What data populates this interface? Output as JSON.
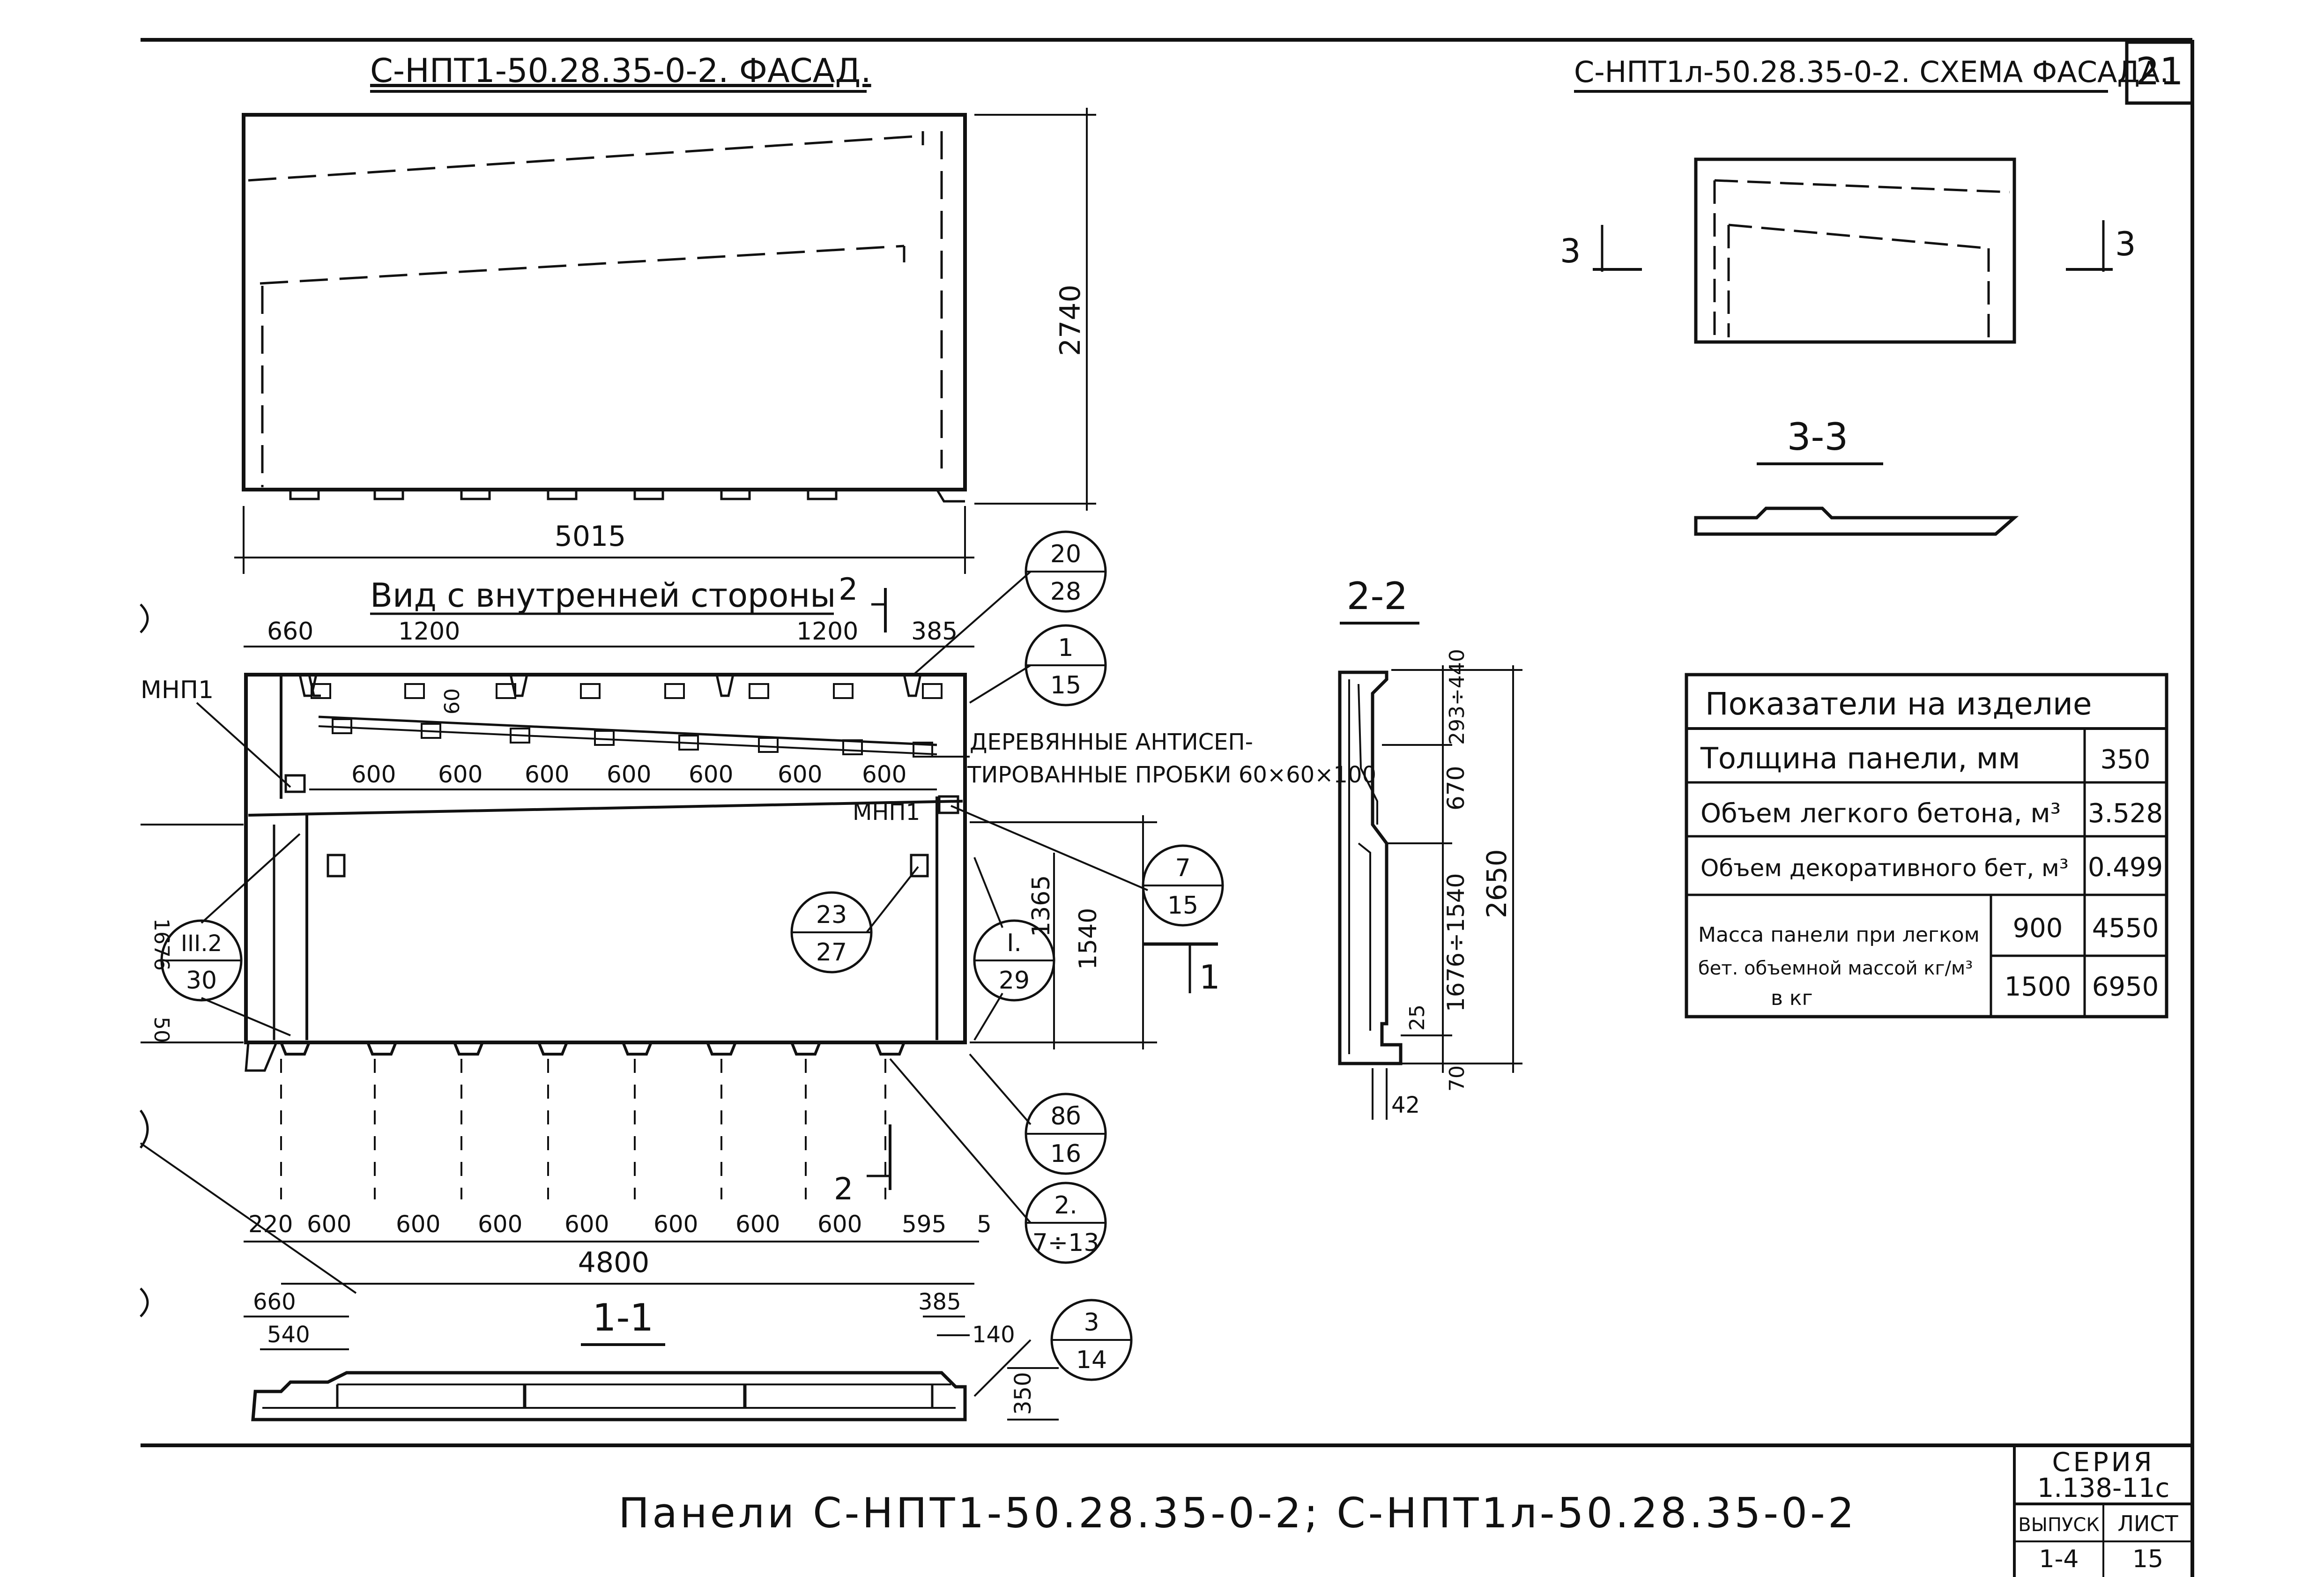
{
  "sheet_number": "21",
  "facade": {
    "title": "С-НПТ1-50.28.35-0-2. ФАСАД.",
    "dim_height": "2740",
    "dim_width": "5015"
  },
  "scheme": {
    "title": "С-НПТ1л-50.28.35-0-2. СХЕМА ФАСАДА.",
    "cut_left": "3",
    "cut_right": "3",
    "section_title": "3-3"
  },
  "inner_view": {
    "title": "Вид с внутренней стороны",
    "cut_label": "2",
    "top_dims": [
      "660",
      "1200",
      "1200",
      "385"
    ],
    "plug_spacing": [
      "600",
      "600",
      "600",
      "600",
      "600",
      "600",
      "600"
    ],
    "dim_60": "60",
    "plugs_note_line1": "ДЕРЕВЯННЫЕ АНТИСЕП-",
    "plugs_note_line2": "ТИРОВАННЫЕ ПРОБКИ 60×60×100",
    "loop_left": "МНП1",
    "loop_right": "МНП1",
    "left_cut_dims": [
      "1676",
      "50"
    ],
    "right_dims": [
      "1365",
      "1540"
    ],
    "cut_1": "1",
    "bottom_dims": [
      "220",
      "600",
      "600",
      "600",
      "600",
      "600",
      "600",
      "600",
      "595",
      "5"
    ],
    "total_width": "4800",
    "bottom_cut": "2"
  },
  "callouts": [
    {
      "top": "20",
      "bottom": "28"
    },
    {
      "top": "1",
      "bottom": "15"
    },
    {
      "top": "7",
      "bottom": "15"
    },
    {
      "top": "23",
      "bottom": "27"
    },
    {
      "top": "III.2",
      "bottom": "30"
    },
    {
      "top": "I.",
      "bottom": "29"
    },
    {
      "top": "8б",
      "bottom": "16"
    },
    {
      "top": "2.",
      "bottom": "7÷13"
    },
    {
      "top": "3",
      "bottom": "14"
    }
  ],
  "section_1_1": {
    "title": "1-1",
    "dims": [
      "660",
      "540",
      "385",
      "140",
      "350"
    ]
  },
  "section_2_2": {
    "title": "2-2",
    "dims": [
      "293÷440",
      "670",
      "1676÷1540",
      "25",
      "70",
      "42",
      "2650"
    ]
  },
  "indicators": {
    "title": "Показатели на изделие",
    "rows": [
      {
        "label": "Толщина панели, мм",
        "value": "350"
      },
      {
        "label": "Объем легкого бетона, м³",
        "value": "3.528"
      },
      {
        "label": "Объем декоративного бет, м³",
        "value": "0.499"
      }
    ],
    "mass_label_1": "Масса панели при легком",
    "mass_label_2": "бет. объемной массой кг/м³",
    "mass_label_3": "в кг",
    "mass_rows": [
      {
        "density": "900",
        "mass": "4550"
      },
      {
        "density": "1500",
        "mass": "6950"
      }
    ]
  },
  "title_block": {
    "title": "Панели  С-НПТ1-50.28.35-0-2;  С-НПТ1л-50.28.35-0-2",
    "series_label": "СЕРИЯ",
    "series_value": "1.138-11с",
    "issue_label": "ВЫПУСК",
    "issue_value": "1-4",
    "sheet_label": "ЛИСТ",
    "sheet_value": "15"
  }
}
